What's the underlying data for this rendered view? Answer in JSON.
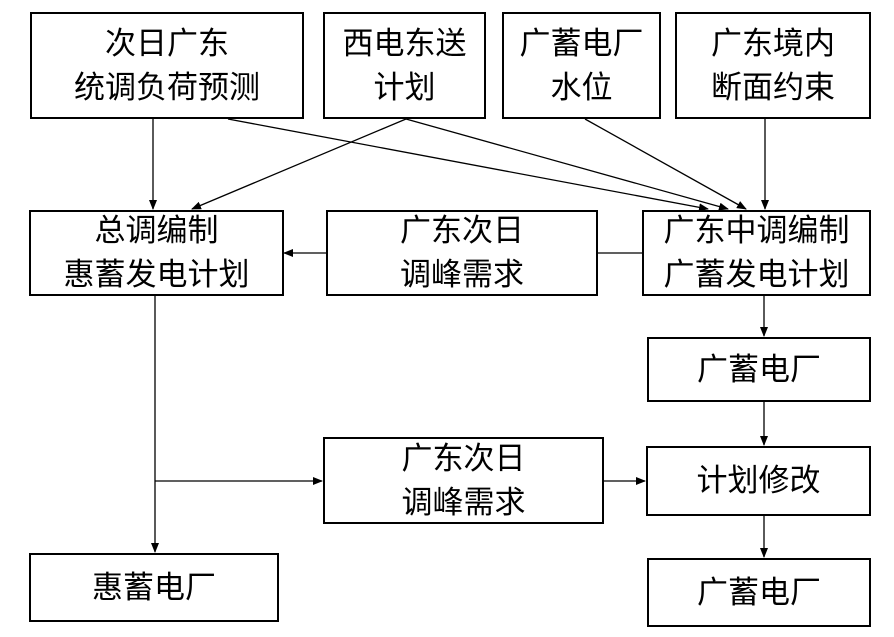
{
  "boxes": {
    "guangdong_load_forecast": [
      "次日广东",
      "统调负荷预测"
    ],
    "west_east_power": [
      "西电东送",
      "计划"
    ],
    "guangxu_water_level": [
      "广蓄电厂",
      "水位"
    ],
    "guangdong_section_constraint": [
      "广东境内",
      "断面约束"
    ],
    "huixu_plan": [
      "总调编制",
      "惠蓄发电计划"
    ],
    "peak_demand_top": [
      "广东次日",
      "调峰需求"
    ],
    "guangxu_plan": [
      "广东中调编制",
      "广蓄发电计划"
    ],
    "guangxu_plant_mid": [
      "广蓄电厂"
    ],
    "peak_demand_bottom": [
      "广东次日",
      "调峰需求"
    ],
    "plan_revision": [
      "计划修改"
    ],
    "huixu_plant": [
      "惠蓄电厂"
    ],
    "guangxu_plant_bottom": [
      "广蓄电厂"
    ]
  },
  "colors": {
    "stroke": "#000000",
    "background": "#ffffff"
  }
}
